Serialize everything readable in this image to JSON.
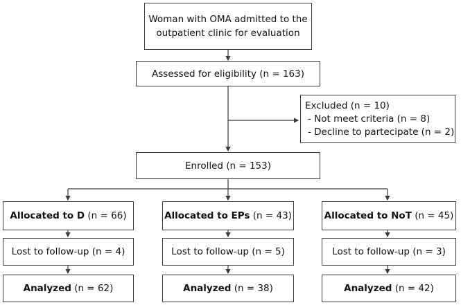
{
  "nodes": {
    "admitted": {
      "line1": "Woman with OMA admitted to the",
      "line2": "outpatient clinic for evaluation"
    },
    "assessed": {
      "text": "Assessed for eligibility (n = 163)"
    },
    "excluded": {
      "title": "Excluded (n = 10)",
      "items": [
        "- Not meet criteria (n = 8)",
        "- Decline to partecipate (n = 2)"
      ]
    },
    "enrolled": {
      "text": "Enrolled (n = 153)"
    },
    "arms": [
      {
        "allocated_bold": "Allocated to D",
        "allocated_rest": " (n = 66)",
        "lost": "Lost to follow-up (n = 4)",
        "analyzed_bold": "Analyzed",
        "analyzed_rest": " (n = 62)"
      },
      {
        "allocated_bold": "Allocated to EPs",
        "allocated_rest": " (n = 43)",
        "lost": "Lost to follow-up (n = 5)",
        "analyzed_bold": "Analyzed",
        "analyzed_rest": " (n = 38)"
      },
      {
        "allocated_bold": "Allocated to NoT",
        "allocated_rest": " (n = 45)",
        "lost": "Lost to follow-up (n = 3)",
        "analyzed_bold": "Analyzed",
        "analyzed_rest": " (n = 42)"
      }
    ]
  }
}
